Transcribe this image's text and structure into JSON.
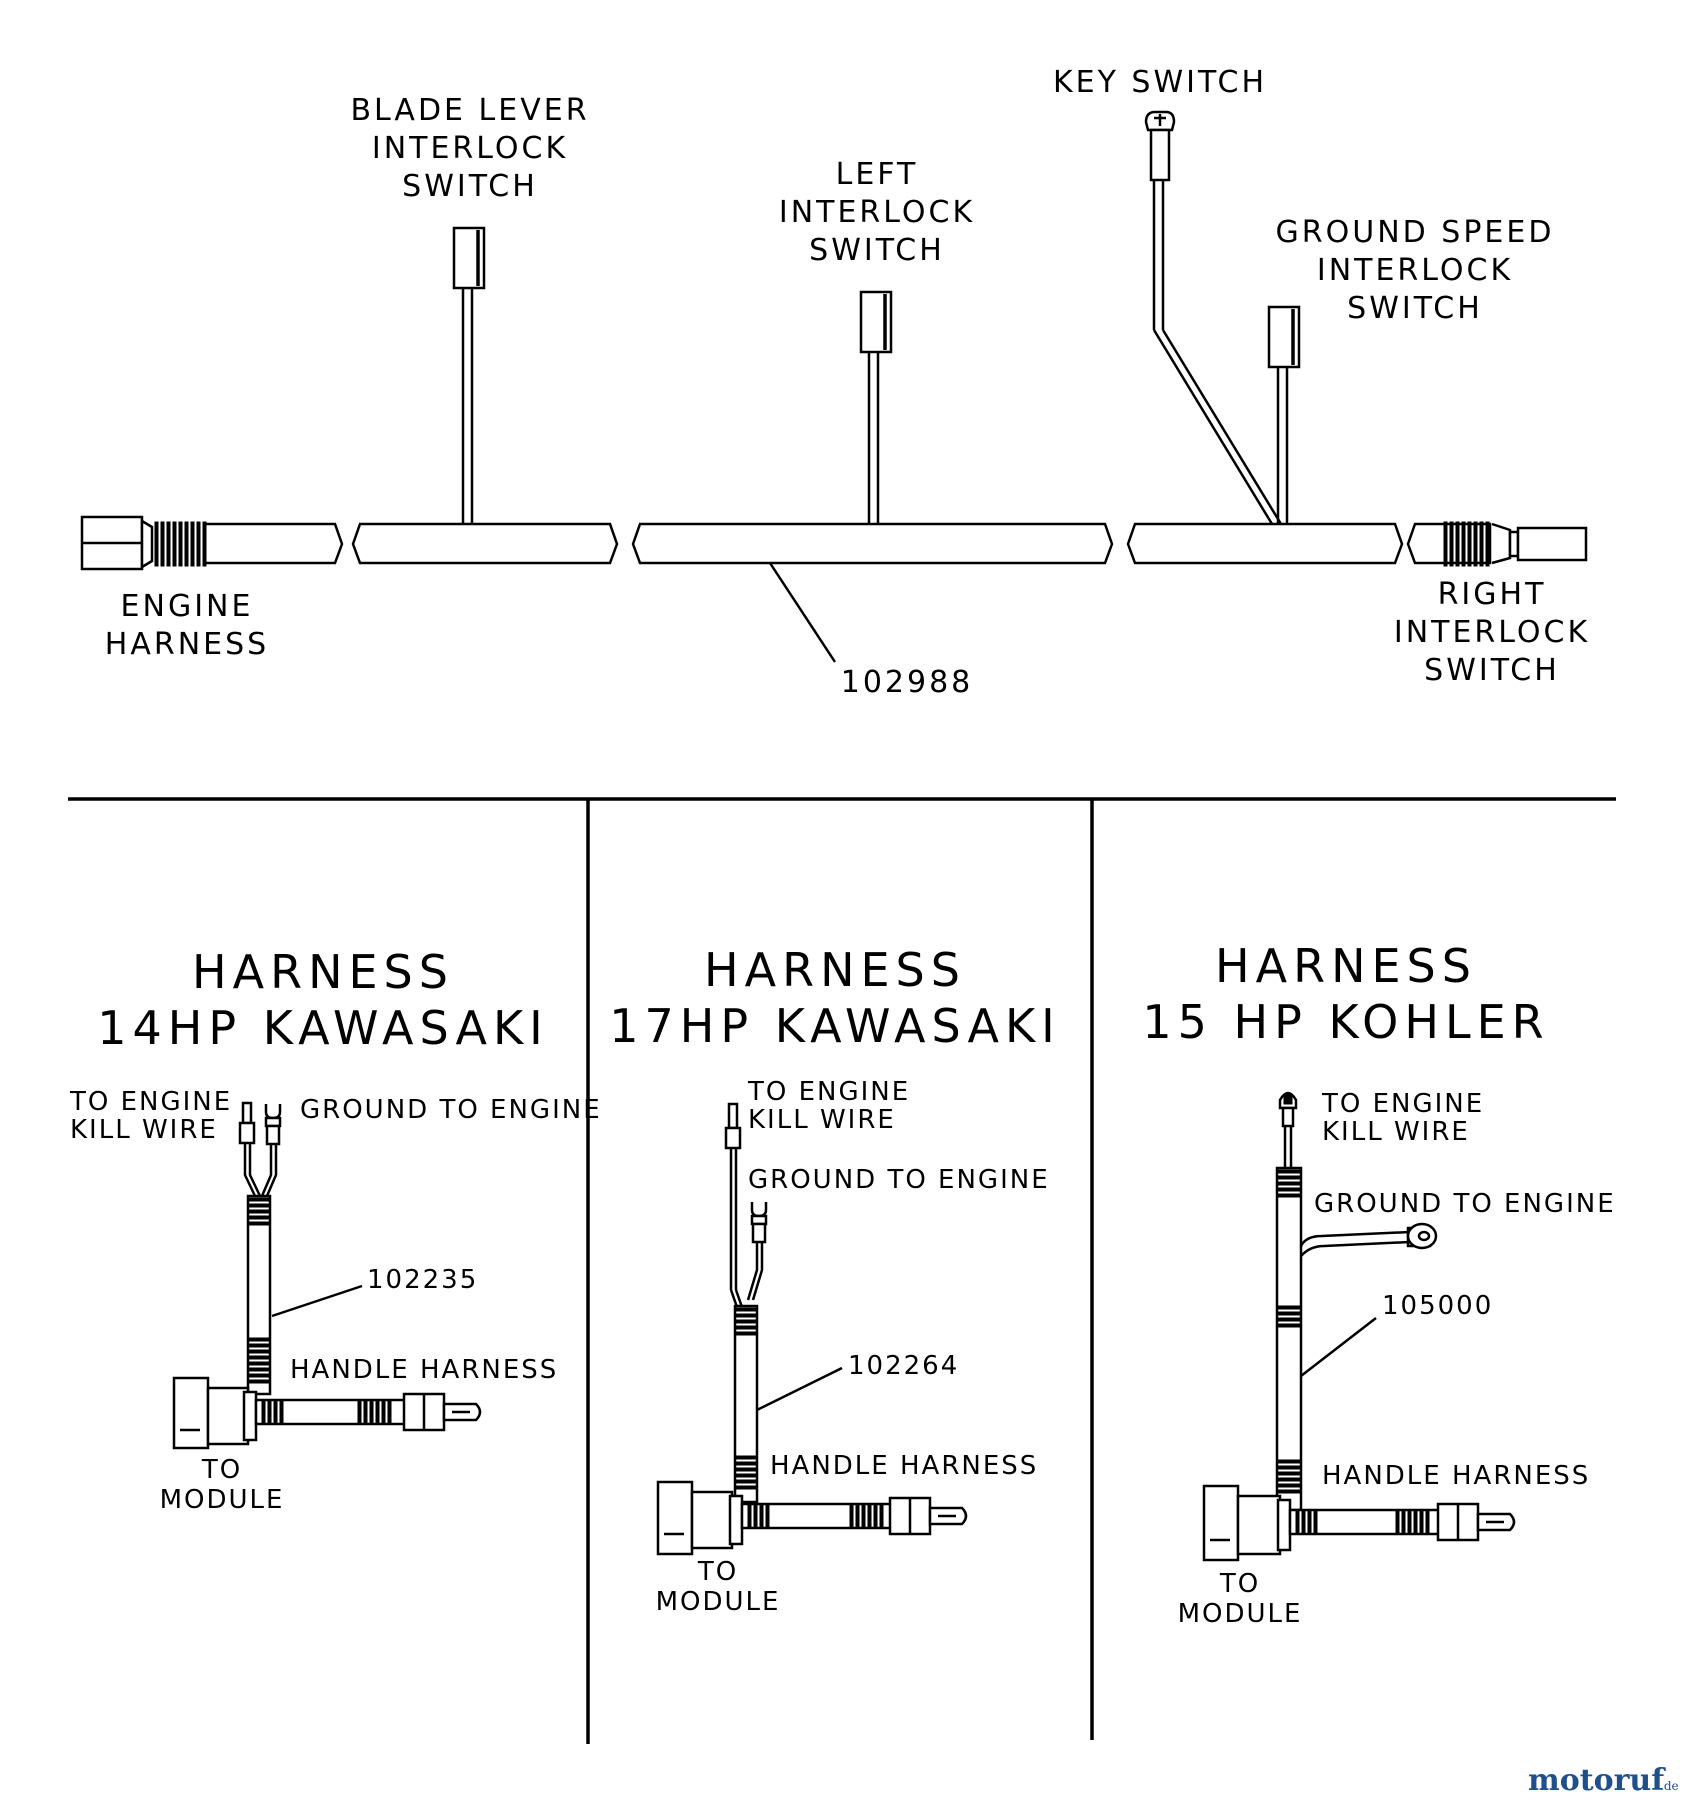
{
  "main_harness": {
    "labels": {
      "blade_lever": [
        "BLADE LEVER",
        "INTERLOCK",
        "SWITCH"
      ],
      "left_interlock": [
        "LEFT",
        "INTERLOCK",
        "SWITCH"
      ],
      "key_switch": [
        "KEY SWITCH"
      ],
      "ground_speed": [
        "GROUND SPEED",
        "INTERLOCK",
        "SWITCH"
      ],
      "engine_harness": [
        "ENGINE",
        "HARNESS"
      ],
      "right_interlock": [
        "RIGHT",
        "INTERLOCK",
        "SWITCH"
      ]
    },
    "part_number": "102988"
  },
  "panels": [
    {
      "title": [
        "HARNESS",
        "14HP KAWASAKI"
      ],
      "kill_wire": [
        "TO ENGINE",
        "KILL WIRE"
      ],
      "ground": "GROUND TO ENGINE",
      "part_number": "102235",
      "handle_harness": "HANDLE HARNESS",
      "module": [
        "TO",
        "MODULE"
      ]
    },
    {
      "title": [
        "HARNESS",
        "17HP KAWASAKI"
      ],
      "kill_wire": [
        "TO ENGINE",
        "KILL WIRE"
      ],
      "ground": "GROUND TO ENGINE",
      "part_number": "102264",
      "handle_harness": "HANDLE HARNESS",
      "module": [
        "TO",
        "MODULE"
      ]
    },
    {
      "title": [
        "HARNESS",
        "15 HP KOHLER"
      ],
      "kill_wire": [
        "TO ENGINE",
        "KILL WIRE"
      ],
      "ground": "GROUND TO ENGINE",
      "part_number": "105000",
      "handle_harness": "HANDLE HARNESS",
      "module": [
        "TO",
        "MODULE"
      ]
    }
  ],
  "watermark": {
    "brand": "motoruf",
    "suffix": ".de"
  }
}
